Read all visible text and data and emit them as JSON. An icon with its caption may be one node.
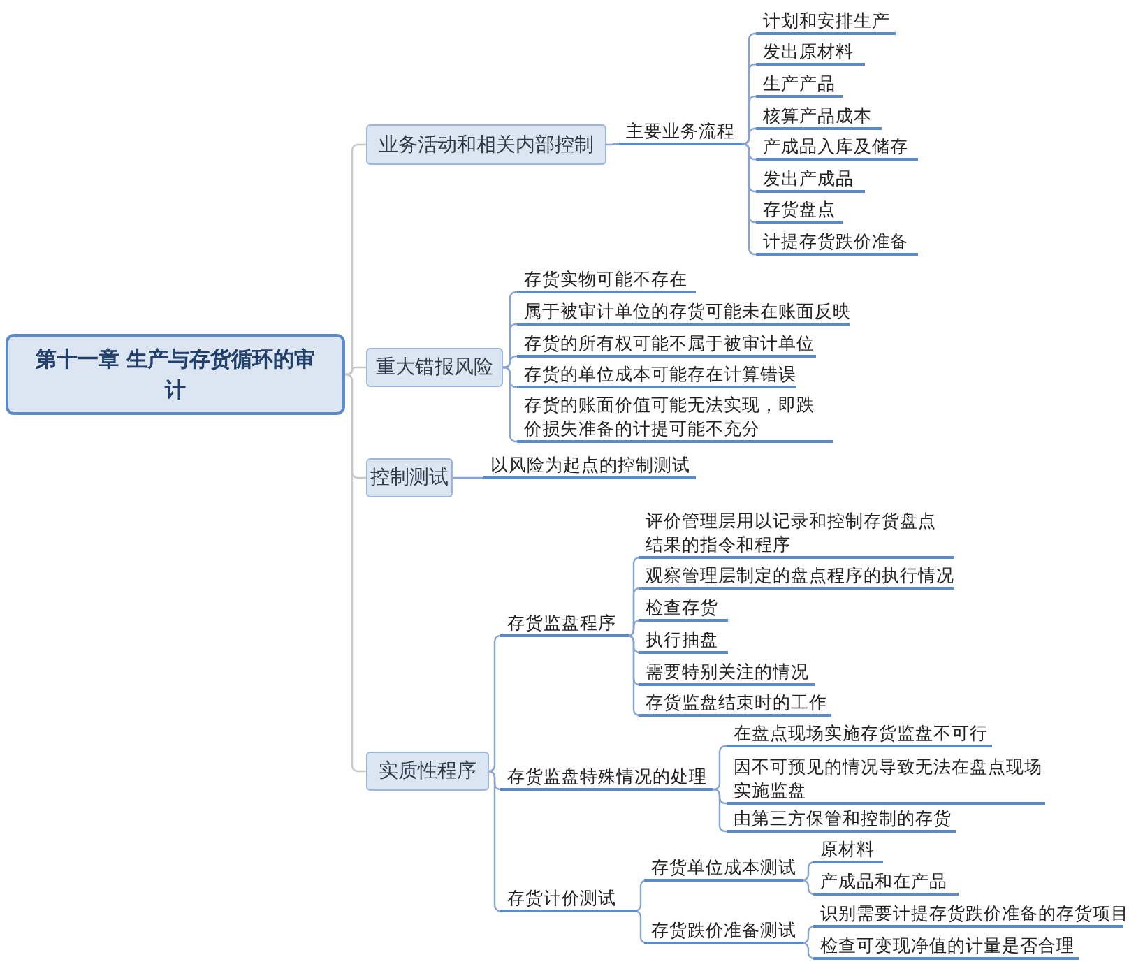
{
  "diagram": {
    "nodes": [
      {
        "text": [
          "第十一章 生产与存货循环的审计"
        ]
      },
      {
        "text": [
          "业务活动和相关内部控制"
        ]
      },
      {
        "text": [
          "重大错报风险"
        ]
      },
      {
        "text": [
          "控制测试"
        ]
      },
      {
        "text": [
          "实质性程序"
        ]
      },
      {
        "text": [
          "主要业务流程"
        ]
      },
      {
        "text": [
          "计划和安排生产"
        ]
      },
      {
        "text": [
          "发出原材料"
        ]
      },
      {
        "text": [
          "生产产品"
        ]
      },
      {
        "text": [
          "核算产品成本"
        ]
      },
      {
        "text": [
          "产成品入库及储存"
        ]
      },
      {
        "text": [
          "发出产成品"
        ]
      },
      {
        "text": [
          "存货盘点"
        ]
      },
      {
        "text": [
          "计提存货跌价准备"
        ]
      },
      {
        "text": [
          "存货实物可能不存在"
        ]
      },
      {
        "text": [
          "属于被审计单位的存货可能未在账面反映"
        ]
      },
      {
        "text": [
          "存货的所有权可能不属于被审计单位"
        ]
      },
      {
        "text": [
          "存货的单位成本可能存在计算错误"
        ]
      },
      {
        "text": [
          "存货的账面价值可能无法实现，即跌价损失准备的计提可能不充分"
        ]
      },
      {
        "text": [
          "以风险为起点的控制测试"
        ]
      },
      {
        "text": [
          "存货监盘程序"
        ]
      },
      {
        "text": [
          "评价管理层用以记录和控制存货盘点结果的指令和程序"
        ]
      },
      {
        "text": [
          "观察管理层制定的盘点程序的执行情况"
        ]
      },
      {
        "text": [
          "检查存货"
        ]
      },
      {
        "text": [
          "执行抽盘"
        ]
      },
      {
        "text": [
          "需要特别关注的情况"
        ]
      },
      {
        "text": [
          "存货监盘结束时的工作"
        ]
      },
      {
        "text": [
          "存货监盘特殊情况的处理"
        ]
      },
      {
        "text": [
          "在盘点现场实施存货监盘不可行"
        ]
      },
      {
        "text": [
          "因不可预见的情况导致无法在盘点现场实施监盘"
        ]
      },
      {
        "text": [
          "由第三方保管和控制的存货"
        ]
      },
      {
        "text": [
          "存货计价测试"
        ]
      },
      {
        "text": [
          "存货单位成本测试"
        ]
      },
      {
        "text": [
          "存货跌价准备测试"
        ]
      },
      {
        "text": [
          "原材料"
        ]
      },
      {
        "text": [
          "产成品和在产品"
        ]
      },
      {
        "text": [
          "识别需要计提存货跌价准备的存货项目"
        ]
      },
      {
        "text": [
          "检查可变现净值的计量是否合理"
        ]
      }
    ],
    "edges": [
      {
        "from": 0,
        "to": 1,
        "arrow": "none",
        "color": "#c8c8c8"
      },
      {
        "from": 0,
        "to": 2,
        "arrow": "none",
        "color": "#c8c8c8"
      },
      {
        "from": 0,
        "to": 3,
        "arrow": "none",
        "color": "#c8c8c8"
      },
      {
        "from": 0,
        "to": 4,
        "arrow": "none",
        "color": "#c8c8c8"
      },
      {
        "from": 1,
        "to": 5,
        "arrow": "none"
      },
      {
        "from": 5,
        "to": 6,
        "arrow": "none"
      },
      {
        "from": 5,
        "to": 7,
        "arrow": "none"
      },
      {
        "from": 5,
        "to": 8,
        "arrow": "none"
      },
      {
        "from": 5,
        "to": 9,
        "arrow": "none"
      },
      {
        "from": 5,
        "to": 10,
        "arrow": "none"
      },
      {
        "from": 5,
        "to": 11,
        "arrow": "none"
      },
      {
        "from": 5,
        "to": 12,
        "arrow": "none"
      },
      {
        "from": 5,
        "to": 13,
        "arrow": "none"
      },
      {
        "from": 2,
        "to": 14,
        "arrow": "none"
      },
      {
        "from": 2,
        "to": 15,
        "arrow": "none"
      },
      {
        "from": 2,
        "to": 16,
        "arrow": "none"
      },
      {
        "from": 2,
        "to": 17,
        "arrow": "none"
      },
      {
        "from": 2,
        "to": 18,
        "arrow": "none"
      },
      {
        "from": 3,
        "to": 19,
        "arrow": "none"
      },
      {
        "from": 4,
        "to": 20,
        "arrow": "none"
      },
      {
        "from": 4,
        "to": 27,
        "arrow": "none"
      },
      {
        "from": 4,
        "to": 31,
        "arrow": "none"
      },
      {
        "from": 20,
        "to": 21,
        "arrow": "none"
      },
      {
        "from": 20,
        "to": 22,
        "arrow": "none"
      },
      {
        "from": 20,
        "to": 23,
        "arrow": "none"
      },
      {
        "from": 20,
        "to": 24,
        "arrow": "none"
      },
      {
        "from": 20,
        "to": 25,
        "arrow": "none"
      },
      {
        "from": 20,
        "to": 26,
        "arrow": "none"
      },
      {
        "from": 27,
        "to": 28,
        "arrow": "none"
      },
      {
        "from": 27,
        "to": 29,
        "arrow": "none"
      },
      {
        "from": 27,
        "to": 30,
        "arrow": "none"
      },
      {
        "from": 31,
        "to": 32,
        "arrow": "none"
      },
      {
        "from": 31,
        "to": 33,
        "arrow": "none"
      },
      {
        "from": 32,
        "to": 34,
        "arrow": "none"
      },
      {
        "from": 32,
        "to": 35,
        "arrow": "none"
      },
      {
        "from": 33,
        "to": 36,
        "arrow": "none"
      },
      {
        "from": 33,
        "to": 37,
        "arrow": "none"
      }
    ]
  }
}
